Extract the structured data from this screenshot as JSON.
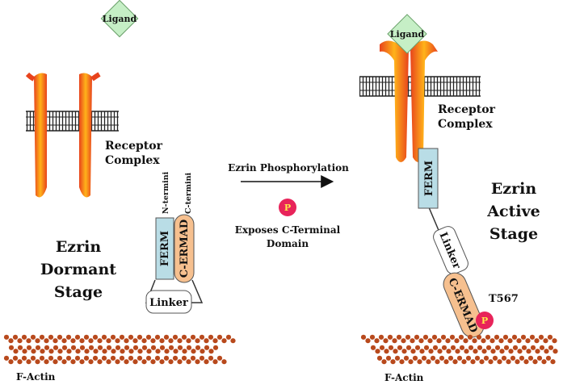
{
  "colors": {
    "ligand": "#c6efc6",
    "ligand_stroke": "#6aa06a",
    "receptor_outer": "#e8431c",
    "receptor_inner": "#ffb31a",
    "membrane": "#222222",
    "ferm_fill": "#b9dde6",
    "cermad_fill": "#f6c08f",
    "linker_fill": "#ffffff",
    "phospho_fill": "#e8245a",
    "phospho_text": "#ffe94a",
    "actin": "#b8491c"
  },
  "left": {
    "ligand": "Ligand",
    "receptor_line1": "Receptor",
    "receptor_line2": "Complex",
    "n_termini": "N-termini",
    "c_termini": "C-termini",
    "ferm": "FERM",
    "cermad": "C-ERMAD",
    "linker": "Linker",
    "stage_line1": "Ezrin",
    "stage_line2": "Dormant",
    "stage_line3": "Stage",
    "factin": "F-Actin"
  },
  "middle": {
    "arrow_label": "Ezrin Phosphorylation",
    "phospho": "P",
    "exposes_line1": "Exposes C-Terminal",
    "exposes_line2": "Domain"
  },
  "right": {
    "ligand": "Ligand",
    "receptor_line1": "Receptor",
    "receptor_line2": "Complex",
    "ferm": "FERM",
    "linker": "Linker",
    "cermad": "C-ERMAD",
    "site": "T567",
    "phospho": "P",
    "stage_line1": "Ezrin",
    "stage_line2": "Active",
    "stage_line3": "Stage",
    "factin": "F-Actin"
  }
}
